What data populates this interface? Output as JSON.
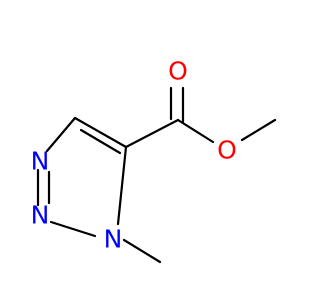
{
  "molecule": {
    "atoms": [
      {
        "id": "N3",
        "symbol": "N",
        "color": "#0000ff"
      },
      {
        "id": "N2",
        "symbol": "N",
        "color": "#0000ff"
      },
      {
        "id": "N1",
        "symbol": "N",
        "color": "#0000ff"
      },
      {
        "id": "O1",
        "symbol": "O",
        "color": "#ff0000"
      },
      {
        "id": "O2",
        "symbol": "O",
        "color": "#ff0000"
      }
    ],
    "bond_color": "#000000"
  }
}
